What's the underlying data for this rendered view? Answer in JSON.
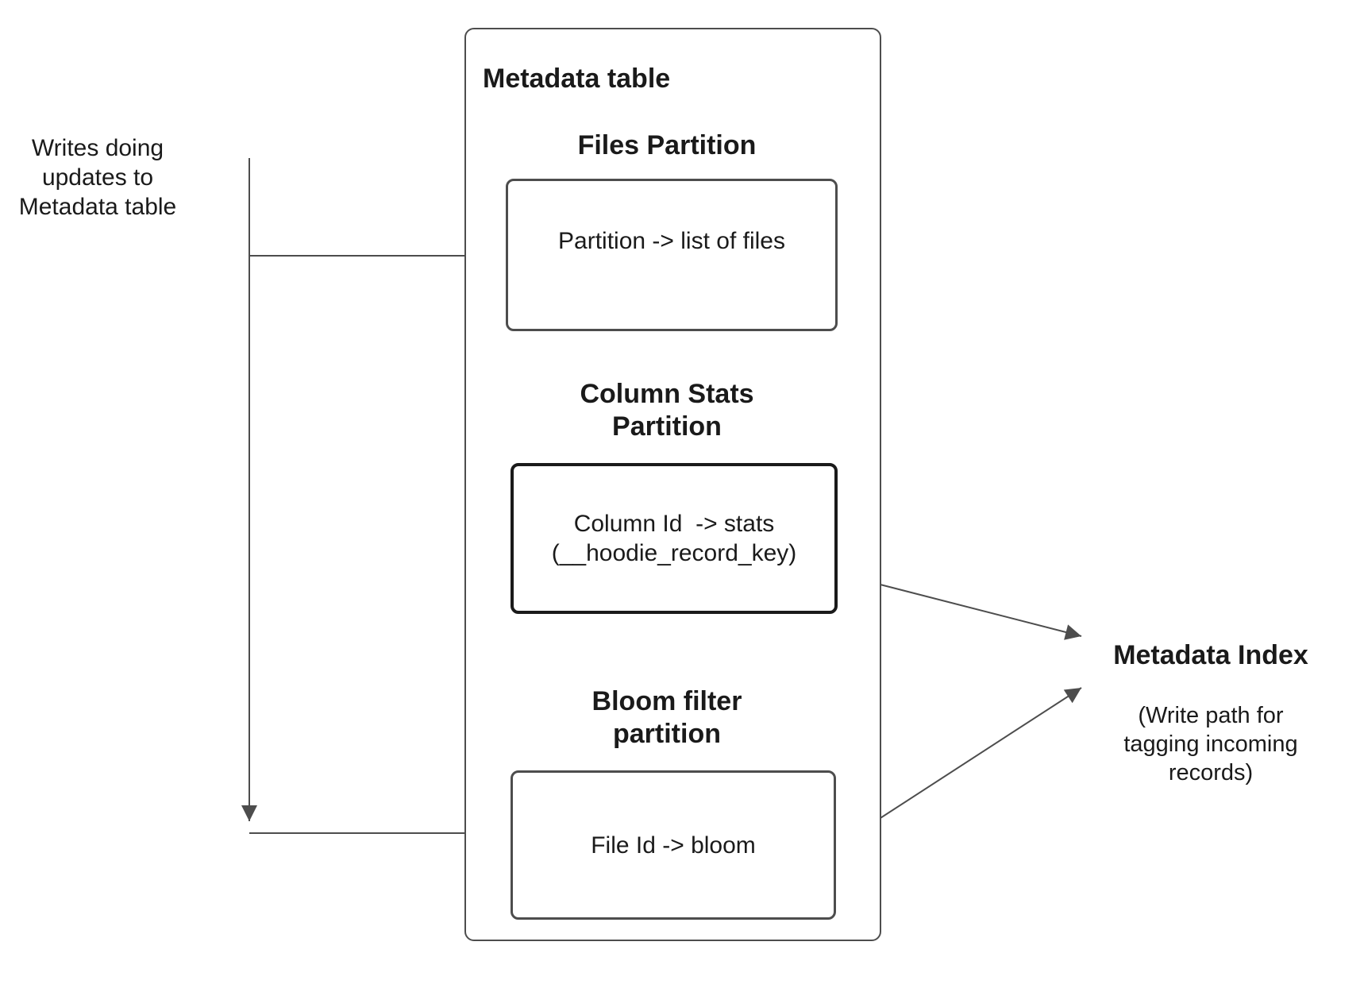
{
  "colors": {
    "background": "#ffffff",
    "line": "#4d4d4d",
    "box_border": "#4d4d4d",
    "box_border_strong": "#1a1a1a",
    "text": "#1a1a1a"
  },
  "left_annotation": {
    "text": "Writes doing\nupdates to\nMetadata table"
  },
  "metadata_table": {
    "title": "Metadata table",
    "sections": [
      {
        "heading": "Files Partition",
        "box_text": "Partition -> list of files"
      },
      {
        "heading": "Column Stats\nPartition",
        "box_text": "Column Id  -> stats\n(__hoodie_record_key)"
      },
      {
        "heading": "Bloom filter\npartition",
        "box_text": "File Id -> bloom"
      }
    ]
  },
  "metadata_index": {
    "title": "Metadata Index",
    "subtitle": "(Write path for\ntagging incoming\nrecords)"
  }
}
